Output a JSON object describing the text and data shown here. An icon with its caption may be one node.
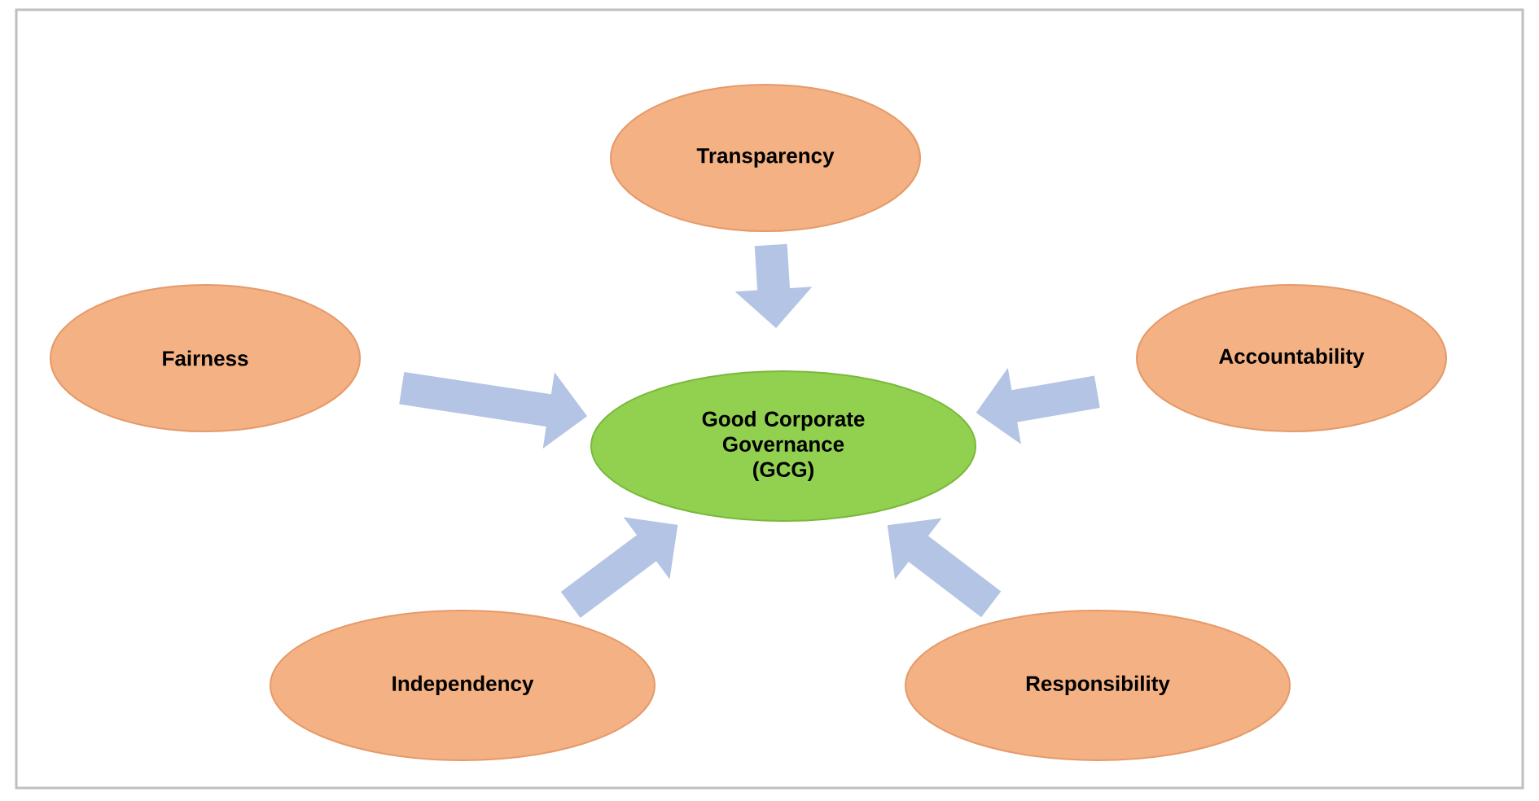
{
  "diagram": {
    "nodes": [
      {
        "text": [
          "Transparency"
        ]
      },
      {
        "text": [
          "Fairness"
        ]
      },
      {
        "text": [
          "Accountability"
        ]
      },
      {
        "text": [
          "Good Corporate Governance (GCG)"
        ]
      },
      {
        "text": [
          "Independency"
        ]
      },
      {
        "text": [
          "Responsibility"
        ]
      }
    ],
    "edges": [
      {
        "from": 0,
        "to": 3,
        "arrow": "to"
      },
      {
        "from": 1,
        "to": 3,
        "arrow": "to"
      },
      {
        "from": 2,
        "to": 3,
        "arrow": "to"
      },
      {
        "from": 4,
        "to": 3,
        "arrow": "to"
      },
      {
        "from": 5,
        "to": 3,
        "arrow": "to"
      }
    ]
  }
}
